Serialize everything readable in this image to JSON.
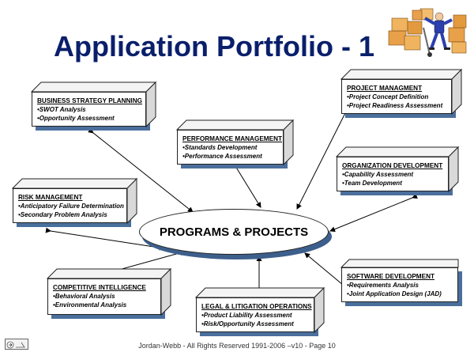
{
  "title": "Application Portfolio - 1",
  "center": "PROGRAMS & PROJECTS",
  "boxes": {
    "bsp": {
      "heading": "BUSINESS STRATEGY PLANNING",
      "items": [
        "•SWOT Analysis",
        "•Opportunity Assessment"
      ]
    },
    "pm": {
      "heading": "PERFORMANCE MANAGEMENT",
      "items": [
        "•Standards Development",
        "•Performance Assessment"
      ]
    },
    "proj": {
      "heading": "PROJECT MANAGMENT",
      "items": [
        "•Project Concept Definition",
        "•Project Readiness Assessment"
      ]
    },
    "od": {
      "heading": "ORGANIZATION DEVELOPMENT",
      "items": [
        "•Capability Assessment",
        "•Team Development"
      ]
    },
    "risk": {
      "heading": "RISK MANAGEMENT",
      "items": [
        "•Anticipatory Failure Determination",
        "•Secondary Problem Analysis"
      ]
    },
    "ci": {
      "heading": "COMPETITIVE INTELLIGENCE",
      "items": [
        "•Behavioral Analysis",
        "•Environmental  Analysis"
      ]
    },
    "legal": {
      "heading": "LEGAL & LITIGATION OPERATIONS",
      "items": [
        "•Product Liability Assessment",
        "•Risk/Opportunity Assessment"
      ]
    },
    "sd": {
      "heading": "SOFTWARE DEVELOPMENT",
      "items": [
        "•Requirements Analysis",
        "•Joint Application Design (JAD)"
      ]
    }
  },
  "footer": "Jordan-Webb - All Rights Reserved 1991-2006 –v10 - Page 10",
  "colors": {
    "title": "#0a1f6b",
    "shadow": "#4a6f9c"
  },
  "icons": {
    "clipart": "worker-with-boxes-icon",
    "nav": "slide-nav-icon"
  }
}
